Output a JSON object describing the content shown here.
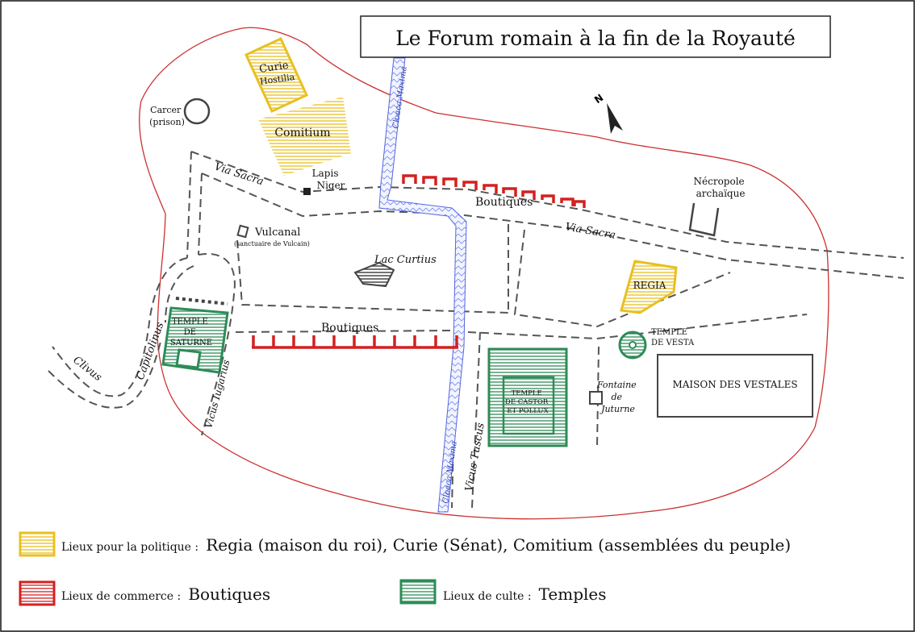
{
  "title": "Le Forum romain à la fin de la Royauté",
  "colors": {
    "politics": "#E8C020",
    "commerce": "#D42020",
    "cult": "#2E8B57",
    "cloaca": "#5566DD",
    "boundary": "#CC3030",
    "road": "#555555"
  },
  "places": {
    "curie": [
      "Curie",
      "Hostilia"
    ],
    "comitium": "Comitium",
    "carcer": [
      "Carcer",
      "(prison)"
    ],
    "lapis_niger": [
      "Lapis",
      "Niger"
    ],
    "vulcanal": "Vulcanal",
    "vulcanal_sub": "(sanctuaire de Vulcain)",
    "lac_curtius": "Lac Curtius",
    "boutiques_north": "Boutiques",
    "boutiques_south": "Boutiques",
    "necropole": [
      "Nécropole",
      "archaïque"
    ],
    "regia": "REGIA",
    "temple_vesta": [
      "TEMPLE",
      "DE VESTA"
    ],
    "maison_vestales": "MAISON DES VESTALES",
    "fontaine": [
      "Fontaine",
      "de",
      "Juturne"
    ],
    "temple_castor": [
      "TEMPLE",
      "DE CASTOR",
      "ET POLLUX"
    ],
    "temple_saturne": [
      "TEMPLE",
      "DE",
      "SATURNE"
    ]
  },
  "streets": {
    "via_sacra_west": "Via Sacra",
    "via_sacra_east": "Via Sacra",
    "clivus": "Clivus",
    "capitolinus": "Capitolinus",
    "vicus_iugarius": "Vicus Iugarius",
    "vicus_tuscus": "Vicus Tuscus",
    "cloaca_north": "Cloaca Maxima",
    "cloaca_south": "Cloaca Maxima"
  },
  "legend": [
    {
      "category": "Lieux pour la politique :",
      "items": "Regia (maison du roi), Curie (Sénat), Comitium (assemblées du peuple)"
    },
    {
      "category": "Lieux de commerce :",
      "items": "Boutiques"
    },
    {
      "category": "Lieux de culte :",
      "items": "Temples"
    }
  ]
}
